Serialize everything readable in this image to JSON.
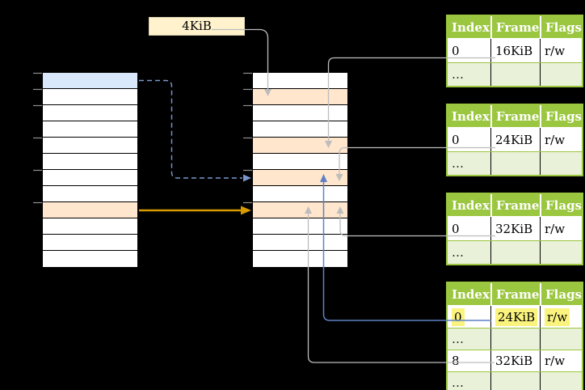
{
  "frame_size_label": "4KiB",
  "colors": {
    "tbl_green": "#9bc640",
    "row_green": "#e9f1d8",
    "blue_fill": "#dae8fc",
    "peach_fill": "#ffe6cc",
    "cream_fill": "#fff2cc",
    "hl_yellow": "#faf37e",
    "arrow_gray": "#bdbdbd",
    "arrow_blue": "#5e81c5",
    "arrow_dash_blue": "#7b97cd",
    "arrow_orange": "#d79b00"
  },
  "virtual_memory": {
    "rows": 12,
    "blue_row": 0,
    "peach_rows": [
      8
    ]
  },
  "physical_memory": {
    "rows": 12,
    "peach_rows": [
      1,
      4,
      6,
      8
    ]
  },
  "page_tables": [
    {
      "columns": [
        "Index",
        "Frame",
        "Flags"
      ],
      "rows": [
        {
          "index": "0",
          "frame": "16KiB",
          "flags": "r/w"
        },
        {
          "index": "…",
          "frame": "",
          "flags": ""
        }
      ]
    },
    {
      "columns": [
        "Index",
        "Frame",
        "Flags"
      ],
      "rows": [
        {
          "index": "0",
          "frame": "24KiB",
          "flags": "r/w"
        },
        {
          "index": "…",
          "frame": "",
          "flags": ""
        }
      ]
    },
    {
      "columns": [
        "Index",
        "Frame",
        "Flags"
      ],
      "rows": [
        {
          "index": "0",
          "frame": "32KiB",
          "flags": "r/w"
        },
        {
          "index": "…",
          "frame": "",
          "flags": ""
        }
      ]
    },
    {
      "columns": [
        "Index",
        "Frame",
        "Flags"
      ],
      "rows": [
        {
          "index": "0",
          "frame": "24KiB",
          "flags": "r/w",
          "highlighted": true
        },
        {
          "index": "…",
          "frame": "",
          "flags": ""
        },
        {
          "index": "8",
          "frame": "32KiB",
          "flags": "r/w"
        },
        {
          "index": "…",
          "frame": "",
          "flags": ""
        }
      ]
    }
  ]
}
